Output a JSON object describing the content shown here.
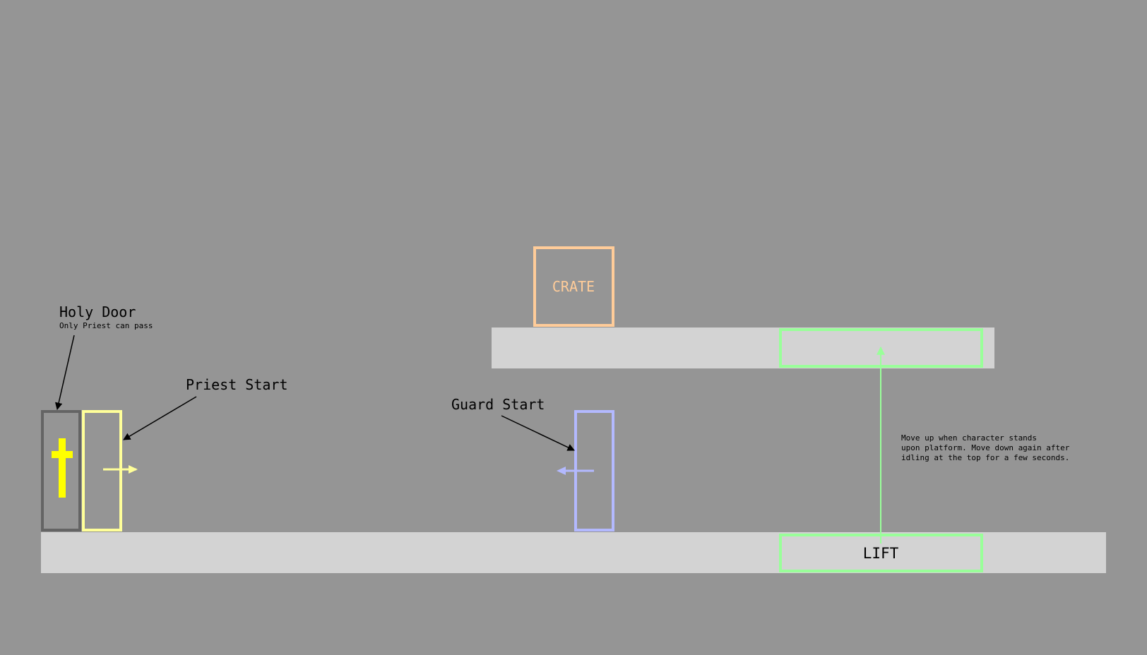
{
  "labels": {
    "holy_door_title": "Holy Door",
    "holy_door_subtitle": "Only Priest can pass",
    "priest_start": "Priest Start",
    "guard_start": "Guard Start",
    "crate": "CRATE",
    "lift": "LIFT",
    "lift_note": [
      "Move up when character stands",
      "upon platform. Move down again after",
      "idling at the top for a few seconds."
    ]
  },
  "colors": {
    "background": "#959595",
    "platform": "#d3d3d3",
    "holy_door": "#646464",
    "holy_door_cross": "#ffff00",
    "priest": "#ffff99",
    "guard": "#b3b9ff",
    "crate": "#ffcc99",
    "lift": "#99ff99",
    "annotation": "#000000"
  },
  "icons": {
    "holy_door": "cross-icon",
    "priest_direction": "arrow-right-icon",
    "guard_direction": "arrow-left-icon",
    "lift_path": "arrow-up-icon"
  }
}
